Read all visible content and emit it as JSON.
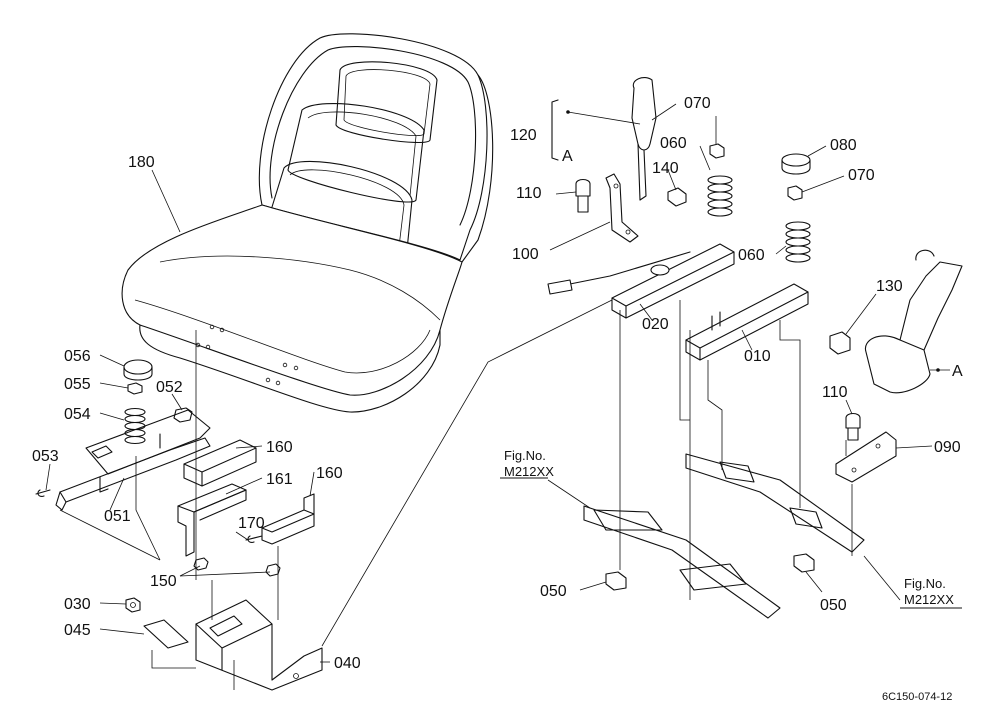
{
  "labels": [
    {
      "id": "180",
      "text": "180"
    },
    {
      "id": "120",
      "text": "120"
    },
    {
      "id": "A-top",
      "text": "A"
    },
    {
      "id": "070-a",
      "text": "070"
    },
    {
      "id": "060-a",
      "text": "060"
    },
    {
      "id": "140",
      "text": "140"
    },
    {
      "id": "110-a",
      "text": "110"
    },
    {
      "id": "100",
      "text": "100"
    },
    {
      "id": "080",
      "text": "080"
    },
    {
      "id": "070-b",
      "text": "070"
    },
    {
      "id": "060-b",
      "text": "060"
    },
    {
      "id": "130",
      "text": "130"
    },
    {
      "id": "020",
      "text": "020"
    },
    {
      "id": "010",
      "text": "010"
    },
    {
      "id": "A-right",
      "text": "A"
    },
    {
      "id": "110-b",
      "text": "110"
    },
    {
      "id": "090",
      "text": "090"
    },
    {
      "id": "056",
      "text": "056"
    },
    {
      "id": "055",
      "text": "055"
    },
    {
      "id": "052",
      "text": "052"
    },
    {
      "id": "054",
      "text": "054"
    },
    {
      "id": "053",
      "text": "053"
    },
    {
      "id": "051",
      "text": "051"
    },
    {
      "id": "160-a",
      "text": "160"
    },
    {
      "id": "161",
      "text": "161"
    },
    {
      "id": "160-b",
      "text": "160"
    },
    {
      "id": "170",
      "text": "170"
    },
    {
      "id": "150",
      "text": "150"
    },
    {
      "id": "030",
      "text": "030"
    },
    {
      "id": "045",
      "text": "045"
    },
    {
      "id": "040",
      "text": "040"
    },
    {
      "id": "050-a",
      "text": "050"
    },
    {
      "id": "050-b",
      "text": "050"
    }
  ],
  "figref_left": {
    "line1": "Fig.No.",
    "line2": "M212XX"
  },
  "figref_right": {
    "line1": "Fig.No.",
    "line2": "M212XX"
  },
  "drawing_code": "6C150-074-12"
}
